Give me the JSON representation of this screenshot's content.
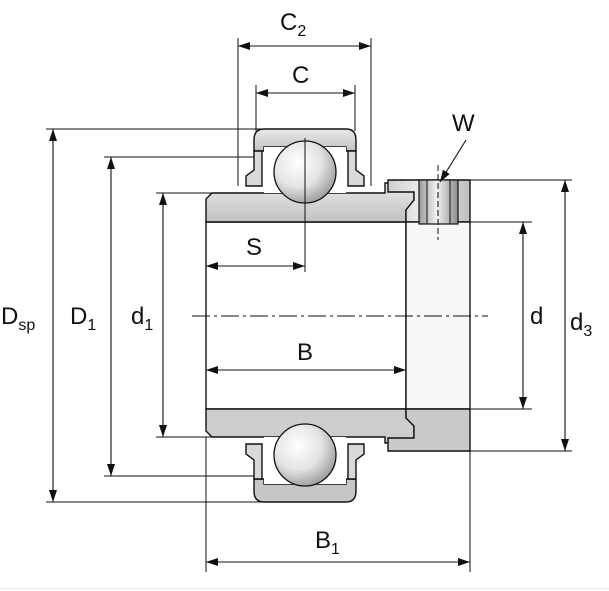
{
  "diagram": {
    "labels": {
      "C2": {
        "base": "C",
        "sub": "2"
      },
      "C": {
        "base": "C",
        "sub": ""
      },
      "W": {
        "base": "W",
        "sub": ""
      },
      "S": {
        "base": "S",
        "sub": ""
      },
      "B": {
        "base": "B",
        "sub": ""
      },
      "B1": {
        "base": "B",
        "sub": "1"
      },
      "Dsp": {
        "base": "D",
        "sub": "sp"
      },
      "D1": {
        "base": "D",
        "sub": "1"
      },
      "d1": {
        "base": "d",
        "sub": "1"
      },
      "d": {
        "base": "d",
        "sub": ""
      },
      "d3": {
        "base": "d",
        "sub": "3"
      }
    },
    "colors": {
      "line": "#111111",
      "steel_light": "#e8e8e8",
      "steel_mid": "#cfcfcf",
      "steel_dark": "#b4b4b4",
      "background": "#ffffff"
    }
  }
}
